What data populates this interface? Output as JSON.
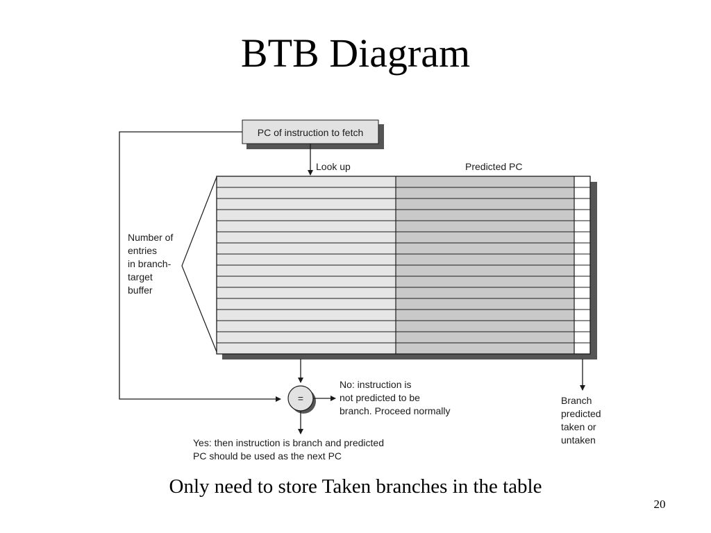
{
  "slide": {
    "title": "BTB Diagram",
    "caption": "Only need to store Taken branches in the table",
    "page_number": "20"
  },
  "diagram": {
    "pc_box_label": "PC of instruction to fetch",
    "lookup_label": "Look up",
    "predicted_pc_label": "Predicted PC",
    "entries_label": [
      "Number of",
      "entries",
      "in branch-",
      "target",
      "buffer"
    ],
    "compare_symbol": "=",
    "no_text": [
      "No:  instruction is",
      "not predicted to be",
      "branch. Proceed normally"
    ],
    "yes_text": [
      "Yes:  then instruction is branch and predicted",
      "PC should be used as the next PC"
    ],
    "branch_text": [
      "Branch",
      "predicted",
      "taken or",
      "untaken"
    ],
    "buffer_rows": 16,
    "colors": {
      "tag_column": "#e6e6e6",
      "predicted_pc_column": "#c9c9c9",
      "pc_box": "#e2e2e2",
      "shadow": "#555555",
      "line": "#1a1a1a"
    }
  }
}
